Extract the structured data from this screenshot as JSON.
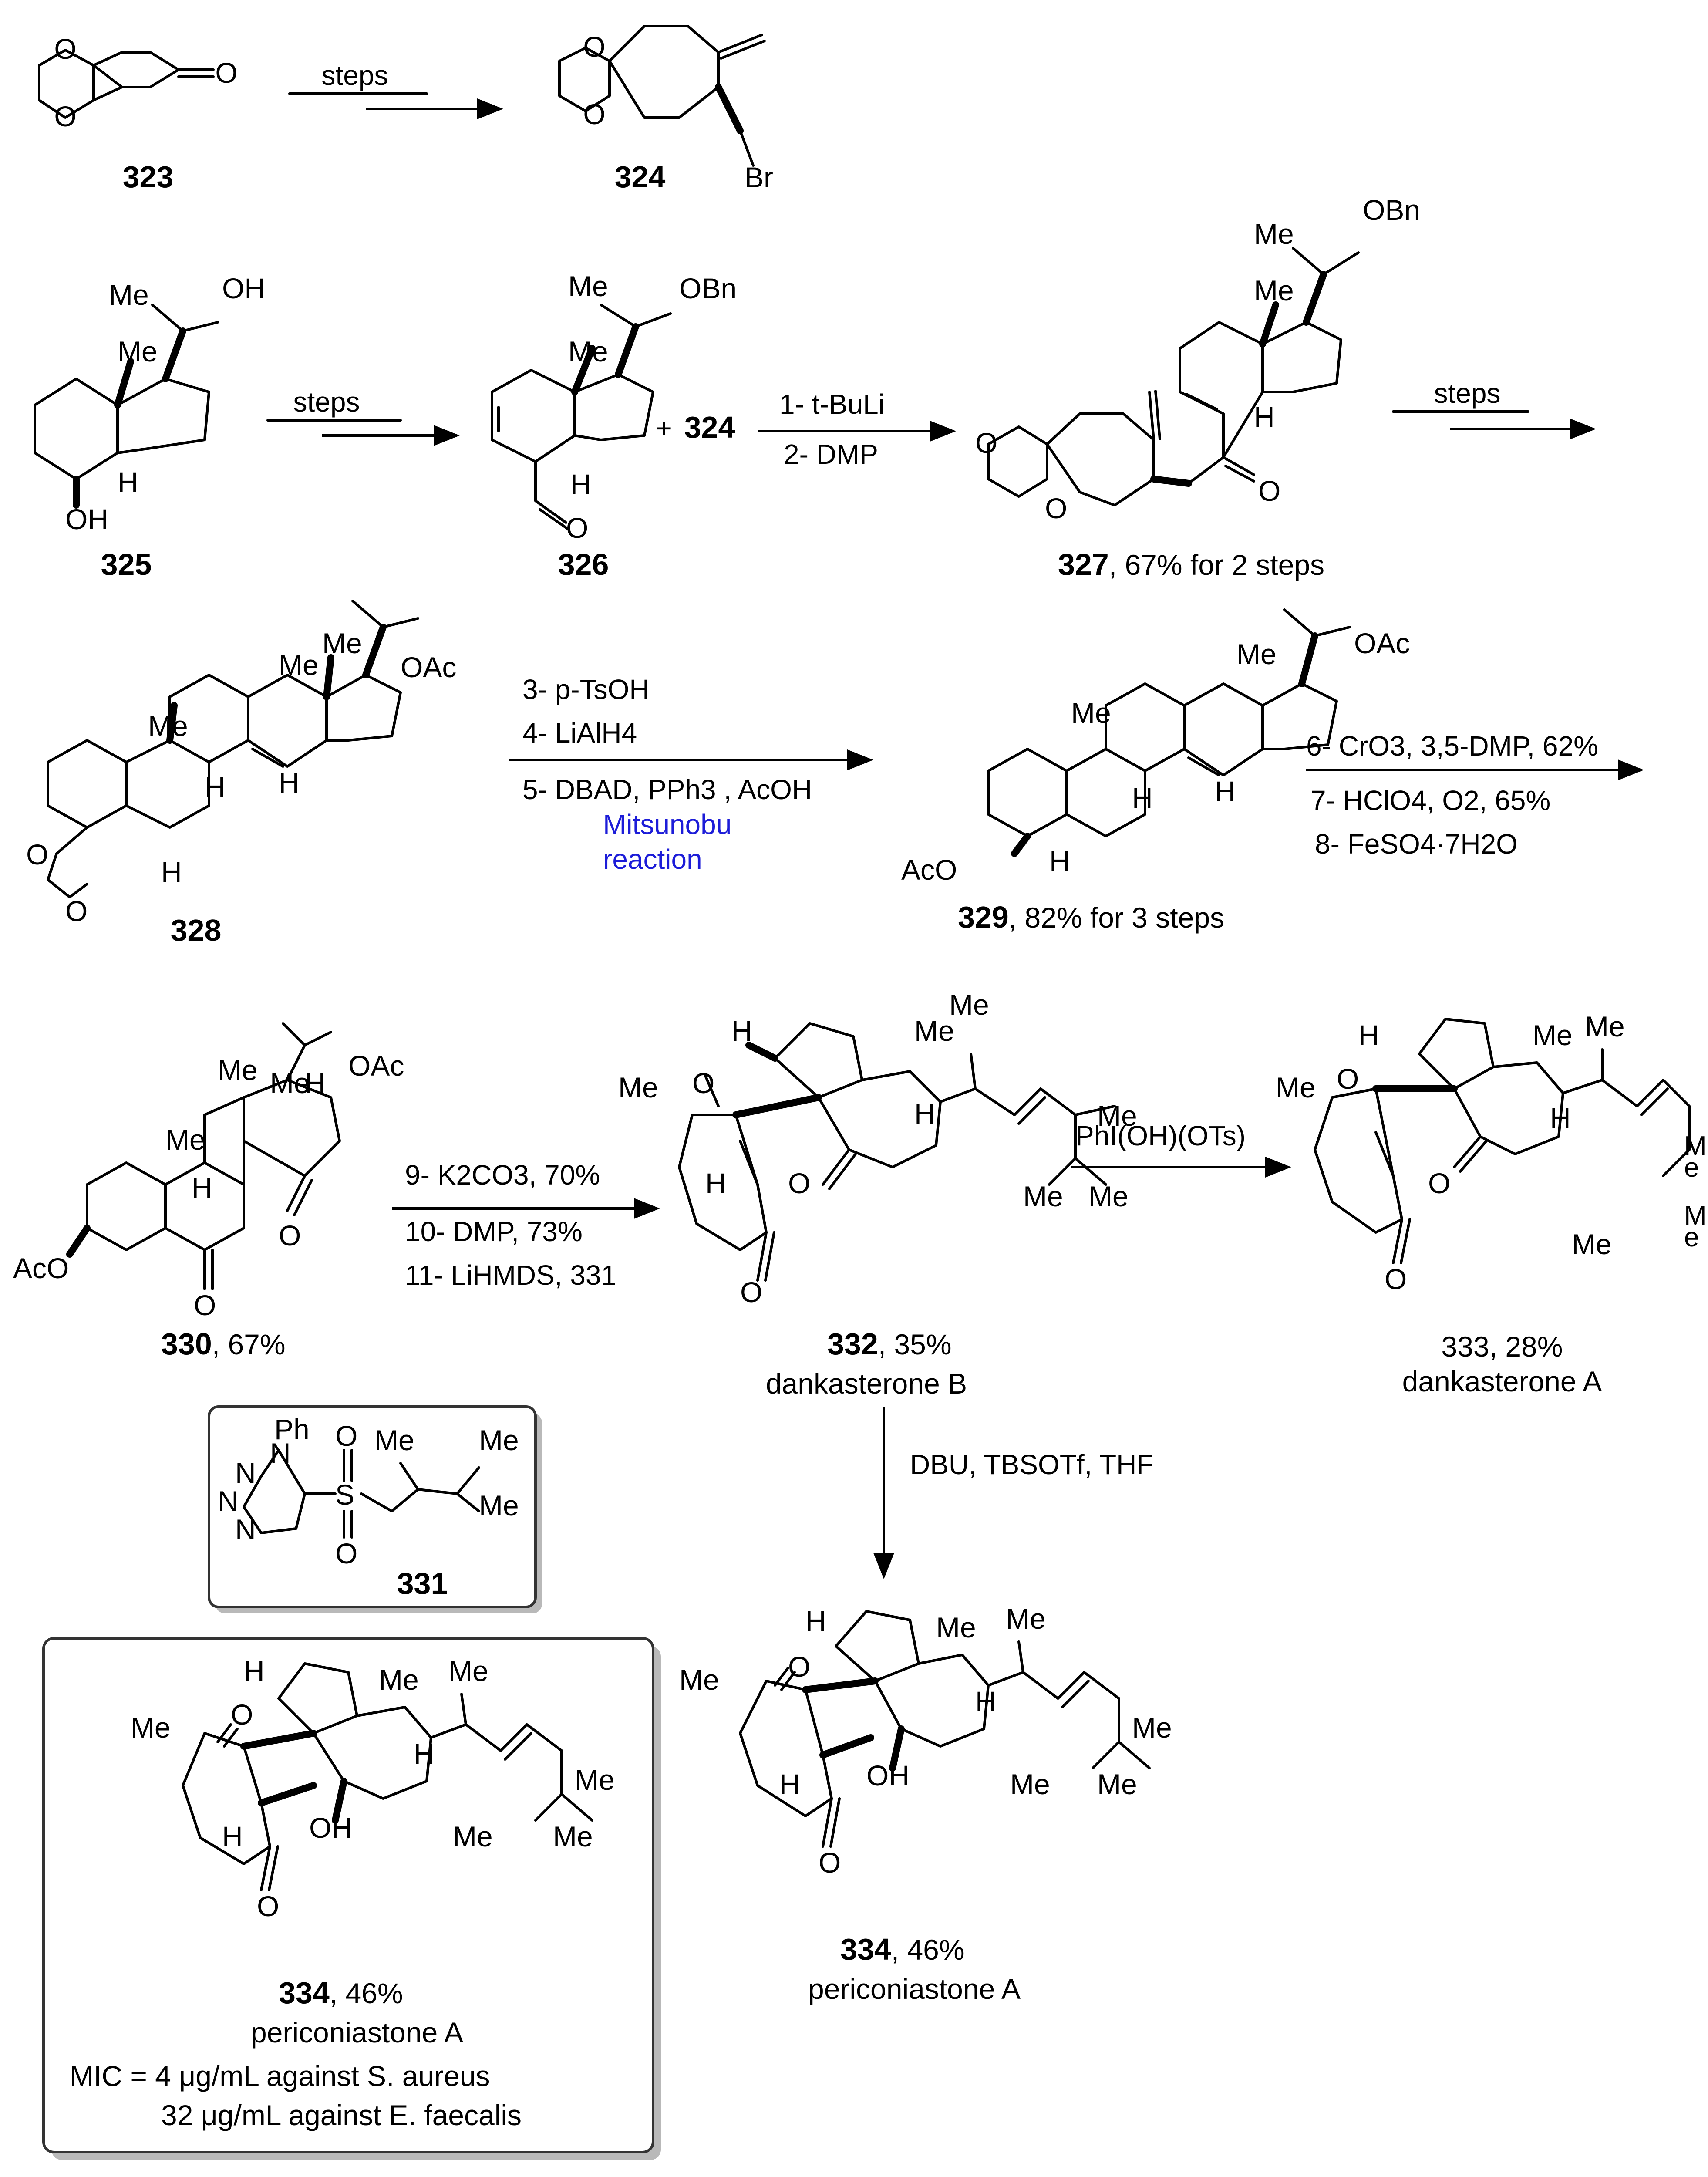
{
  "compounds": {
    "c323": "323",
    "c324": "324",
    "c325": "325",
    "c326": "326",
    "c327": "327",
    "c327_yield": ", 67% for 2 steps",
    "c328": "328",
    "c329": "329",
    "c329_yield": ", 82% for 3 steps",
    "c330": "330",
    "c330_yield": ", 67%",
    "c331": "331",
    "c332": "332",
    "c332_yield": ", 35%",
    "c332_name": "dankasterone B",
    "c333": "333, 28%",
    "c333_name": "dankasterone A",
    "c334": "334",
    "c334_yield": ", 46%",
    "c334_name": "periconiastone A"
  },
  "conditions": {
    "steps": "steps",
    "r1": "1- t-BuLi",
    "r2": "2- DMP",
    "r3": "3- p-TsOH",
    "r4": "4- LiAlH4",
    "r5": "5- DBAD, PPh3 , AcOH",
    "mitsunobu_1": "Mitsunobu",
    "mitsunobu_2": "reaction",
    "r6": "6- CrO3, 3,5-DMP, 62%",
    "r7": "7- HClO4, O2, 65%",
    "r8": "8- FeSO4·7H2O",
    "r9": "9- K2CO3, 70%",
    "r10": "10- DMP, 73%",
    "r11": "11- LiHMDS, 331",
    "hypervalent": "PhI(OH)(OTs)",
    "silyl": "DBU, TBSOTf, THF",
    "plus": "+"
  },
  "bioactivity": {
    "line1": "MIC = 4 μg/mL against S. aureus",
    "line2": "32 μg/mL against E. faecalis"
  },
  "atoms": {
    "O": "O",
    "Br": "Br",
    "Me": "Me",
    "OH": "OH",
    "H": "H",
    "OBn": "OBn",
    "OAc": "OAc",
    "AcO": "AcO",
    "Ph": "Ph",
    "N": "N",
    "S": "S"
  },
  "colors": {
    "text": "#000000",
    "mitsunobu": "#1c1cd8",
    "box_shadow": "#b9b9b9"
  }
}
